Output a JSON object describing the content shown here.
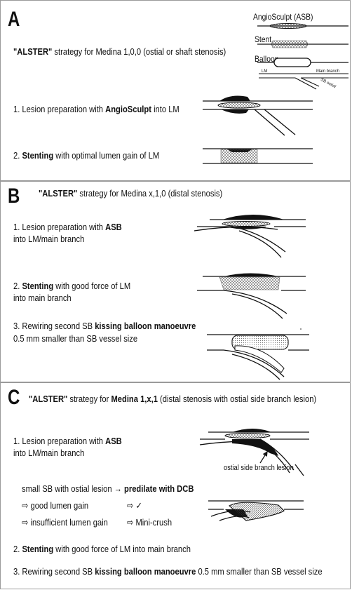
{
  "legend": {
    "asb": "AngioSculpt (ASB)",
    "stent": "Stent",
    "balloon": "Balloon",
    "lm": "LM",
    "main_branch": "Main branch",
    "side_branch": "SB ostial"
  },
  "panelA": {
    "letter": "A",
    "title_q": "\"ALSTER\"",
    "title_rest": " strategy for Medina 1,0,0 (ostial or shaft stenosis)",
    "step1_pre": "1. Lesion preparation with ",
    "step1_bold": "AngioSculpt",
    "step1_post": " into LM",
    "step2_pre": "2. ",
    "step2_bold": "Stenting",
    "step2_post": " with optimal lumen gain of LM"
  },
  "panelB": {
    "letter": "B",
    "title_q": "\"ALSTER\"",
    "title_rest": " strategy for Medina x,1,0 (distal stenosis)",
    "step1_pre": "1. Lesion preparation with ",
    "step1_bold": "ASB",
    "step1_post": " into LM/main branch",
    "step2_pre": "2. ",
    "step2_bold": "Stenting",
    "step2_post": " with good force of LM into main branch",
    "step3_pre": "3. Rewiring second SB ",
    "step3_bold": "kissing balloon manoeuvre",
    "step3_line2": "0.5 mm smaller than SB vessel size"
  },
  "panelC": {
    "letter": "C",
    "title_q": "\"ALSTER\"",
    "title_mid": " strategy for ",
    "title_bold": "Medina 1,x,1",
    "title_rest": " (distal stenosis with ostial side branch lesion)",
    "step1_pre": "1. Lesion preparation with ",
    "step1_bold": "ASB",
    "step1_post": " into LM/main branch",
    "annotation": "ostial side branch lesion",
    "small_sb_pre": "small SB with ostial lesion → ",
    "small_sb_bold": "predilate with DCB",
    "good_gain": "⇨ good lumen gain",
    "good_result": "⇨ ✓",
    "insufficient_gain": "⇨ insufficient lumen gain",
    "insufficient_result": "⇨ Mini-crush",
    "step2_pre": "2. ",
    "step2_bold": "Stenting",
    "step2_post": " with good force of LM into main branch",
    "step3_pre": "3. Rewiring second SB ",
    "step3_bold": "kissing balloon manoeuvre",
    "step3_post": " 0.5 mm smaller than SB vessel size"
  }
}
